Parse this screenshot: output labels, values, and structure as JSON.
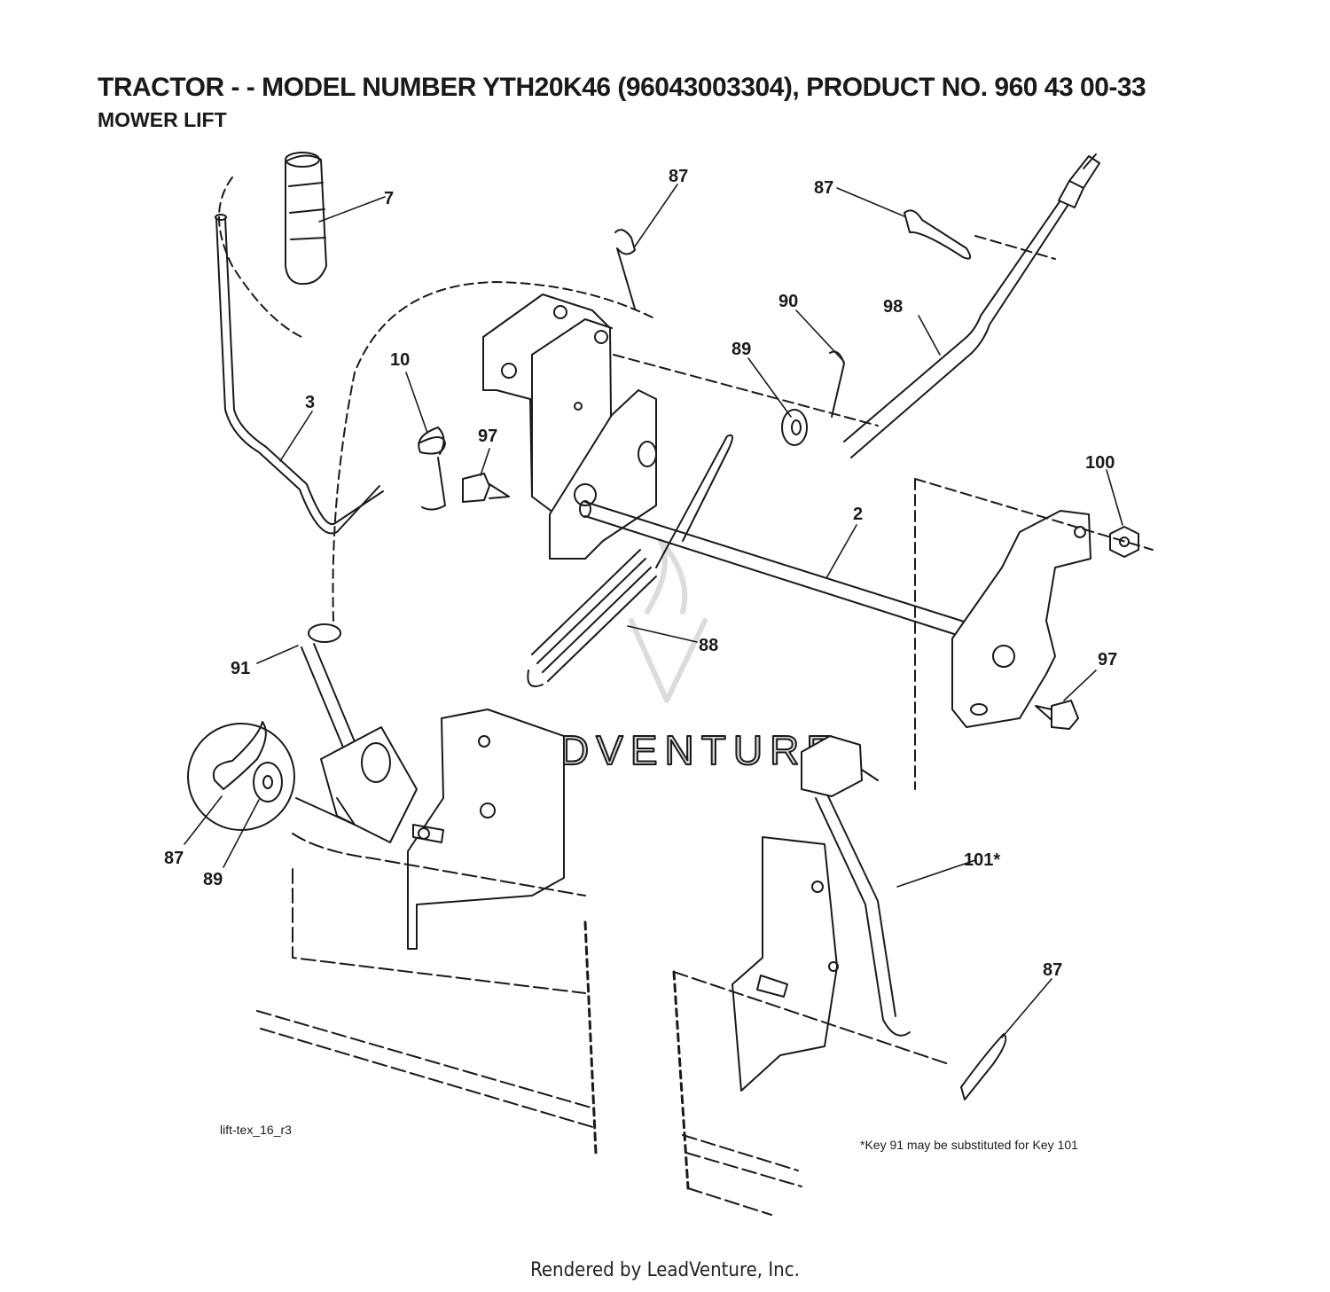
{
  "header": {
    "title": "TRACTOR - - MODEL NUMBER YTH20K46 (96043003304), PRODUCT NO. 960 43 00-33",
    "subtitle": "MOWER LIFT"
  },
  "callouts": [
    "7",
    "87",
    "87",
    "90",
    "98",
    "89",
    "10",
    "3",
    "97",
    "100",
    "2",
    "88",
    "97",
    "91",
    "87",
    "89",
    "101*",
    "87"
  ],
  "drawing_id": "lift-tex_16_r3",
  "footnote": "*Key 91 may be substituted for Key 101",
  "watermark": "LEADVENTURE",
  "footer": "Rendered by LeadVenture, Inc."
}
